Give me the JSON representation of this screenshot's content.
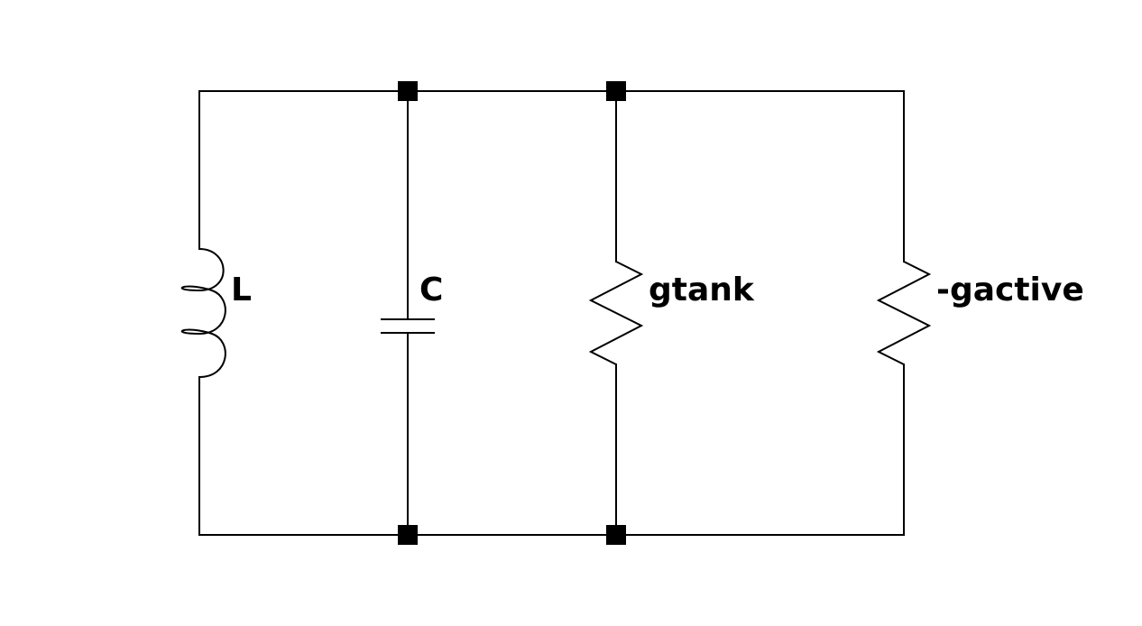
{
  "components": {
    "inductor": {
      "label": "L"
    },
    "capacitor": {
      "label": "C"
    },
    "tank_conductance": {
      "label": "gtank"
    },
    "active_conductance": {
      "label": "-gactive"
    }
  },
  "colors": {
    "wire": "#000000",
    "background": "#ffffff"
  }
}
